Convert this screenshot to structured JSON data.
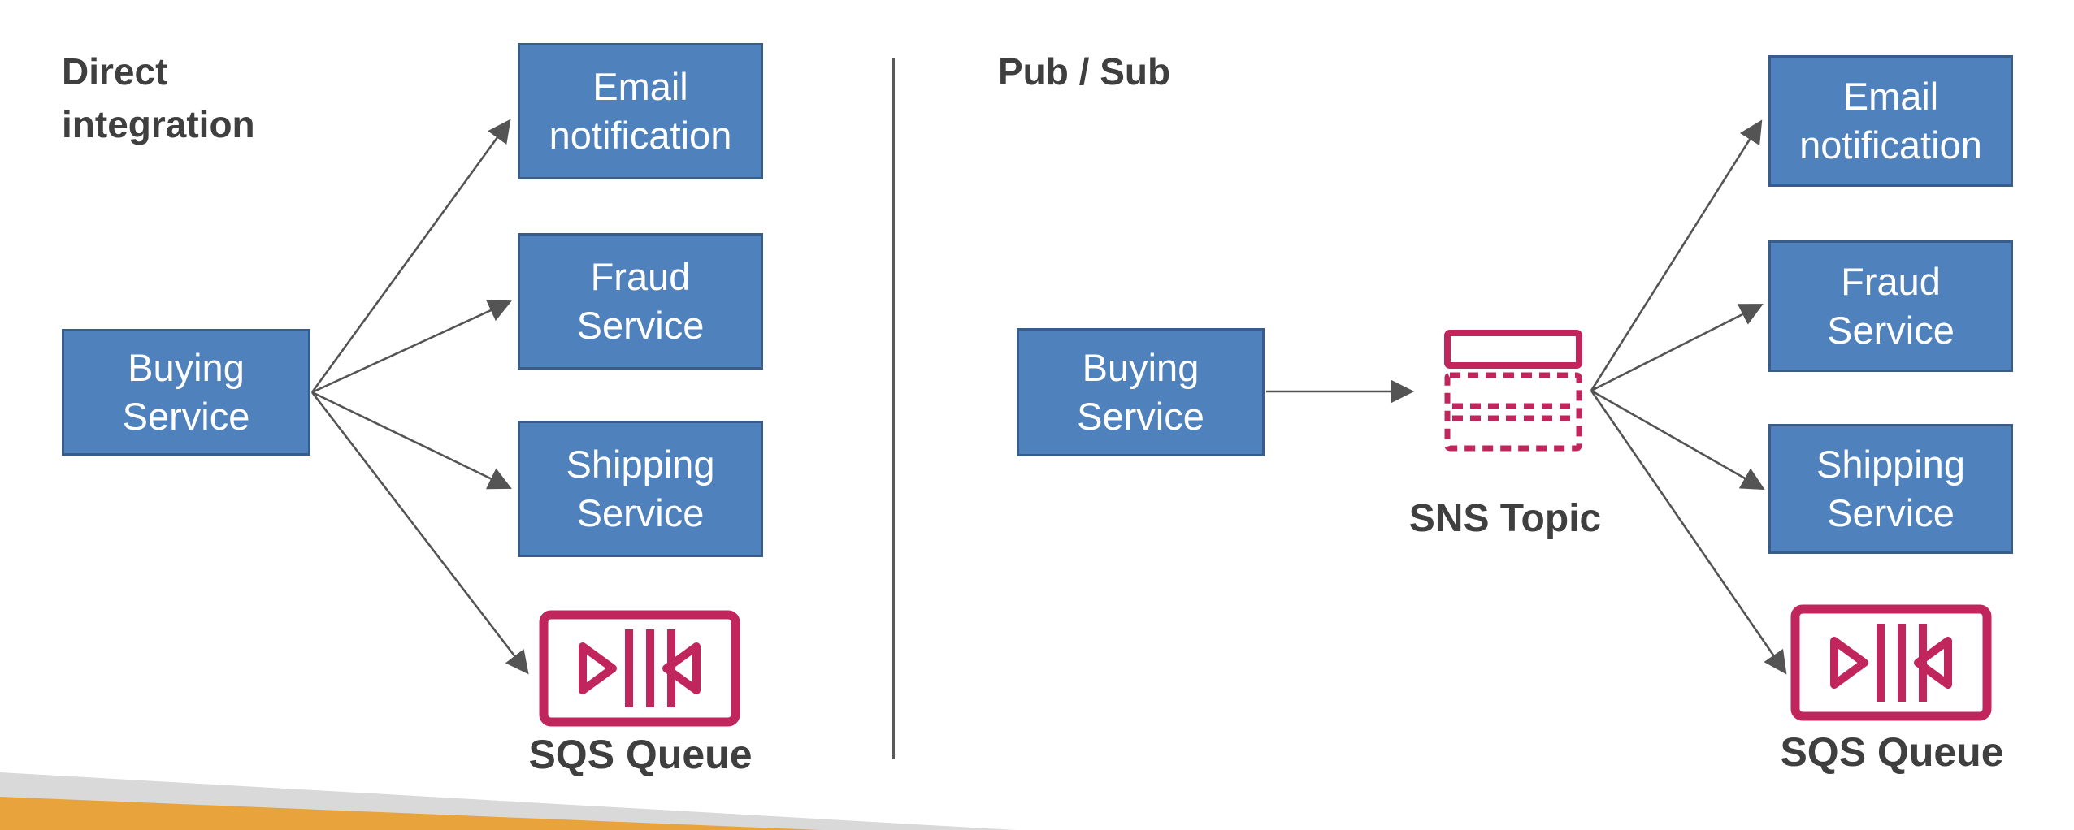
{
  "colors": {
    "box_fill": "#4f81bd",
    "box_border": "#385d8a",
    "box_text": "#ffffff",
    "text_dark": "#3f3f3f",
    "arrow": "#545454",
    "icon_stroke": "#c0255c",
    "accent_orange": "#e8a33d",
    "accent_gray": "#d9d9d9"
  },
  "left_panel": {
    "title": "Direct\nintegration",
    "source_label": "Buying\nService",
    "targets": [
      "Email\nnotification",
      "Fraud\nService",
      "Shipping\nService"
    ],
    "queue_label": "SQS Queue"
  },
  "right_panel": {
    "title": "Pub / Sub",
    "source_label": "Buying\nService",
    "topic_label": "SNS Topic",
    "targets": [
      "Email\nnotification",
      "Fraud\nService",
      "Shipping\nService"
    ],
    "queue_label": "SQS Queue"
  }
}
